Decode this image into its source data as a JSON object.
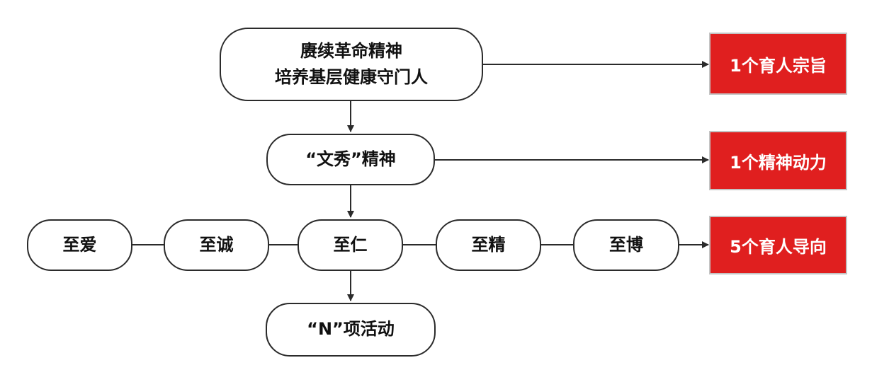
{
  "main_node": {
    "line1": "赓续革命精神",
    "line2": "培养基层健康守门人"
  },
  "spirit_node": {
    "label": "“文秀”精神"
  },
  "virtues": [
    {
      "label": "至爱"
    },
    {
      "label": "至诚"
    },
    {
      "label": "至仁"
    },
    {
      "label": "至精"
    },
    {
      "label": "至博"
    }
  ],
  "activity_node": {
    "label": "“N”项活动"
  },
  "tags": {
    "purpose": "1个育人宗旨",
    "motivation": "1个精神动力",
    "orientation": "5个育人导向"
  },
  "colors": {
    "tag_fill": "#e01f1f",
    "stroke": "#2b2b2b"
  }
}
